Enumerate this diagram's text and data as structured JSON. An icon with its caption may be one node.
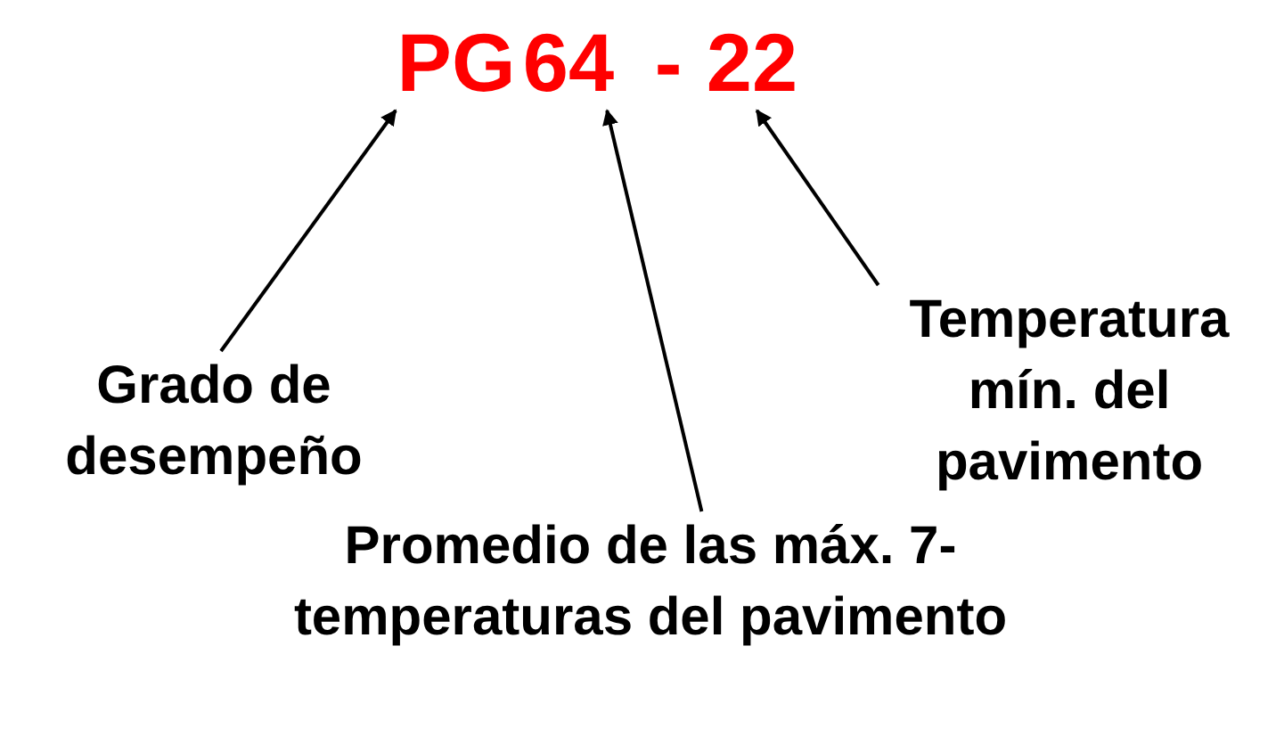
{
  "diagram": {
    "nodes": [
      {
        "text": [
          "PG"
        ]
      },
      {
        "text": [
          "64"
        ]
      },
      {
        "text": [
          "22"
        ]
      },
      {
        "text": [
          "Grado de desempeño"
        ]
      },
      {
        "text": [
          "Promedio de las máx. 7-temperaturas del pavimento"
        ]
      },
      {
        "text": [
          "Temperatura mín. del pavimento"
        ]
      }
    ],
    "edges": [
      {
        "from": 3,
        "to": 0,
        "arrow": "to"
      },
      {
        "from": 4,
        "to": 1,
        "arrow": "to"
      },
      {
        "from": 5,
        "to": 2,
        "arrow": "to"
      }
    ],
    "labels": [
      "-"
    ]
  }
}
